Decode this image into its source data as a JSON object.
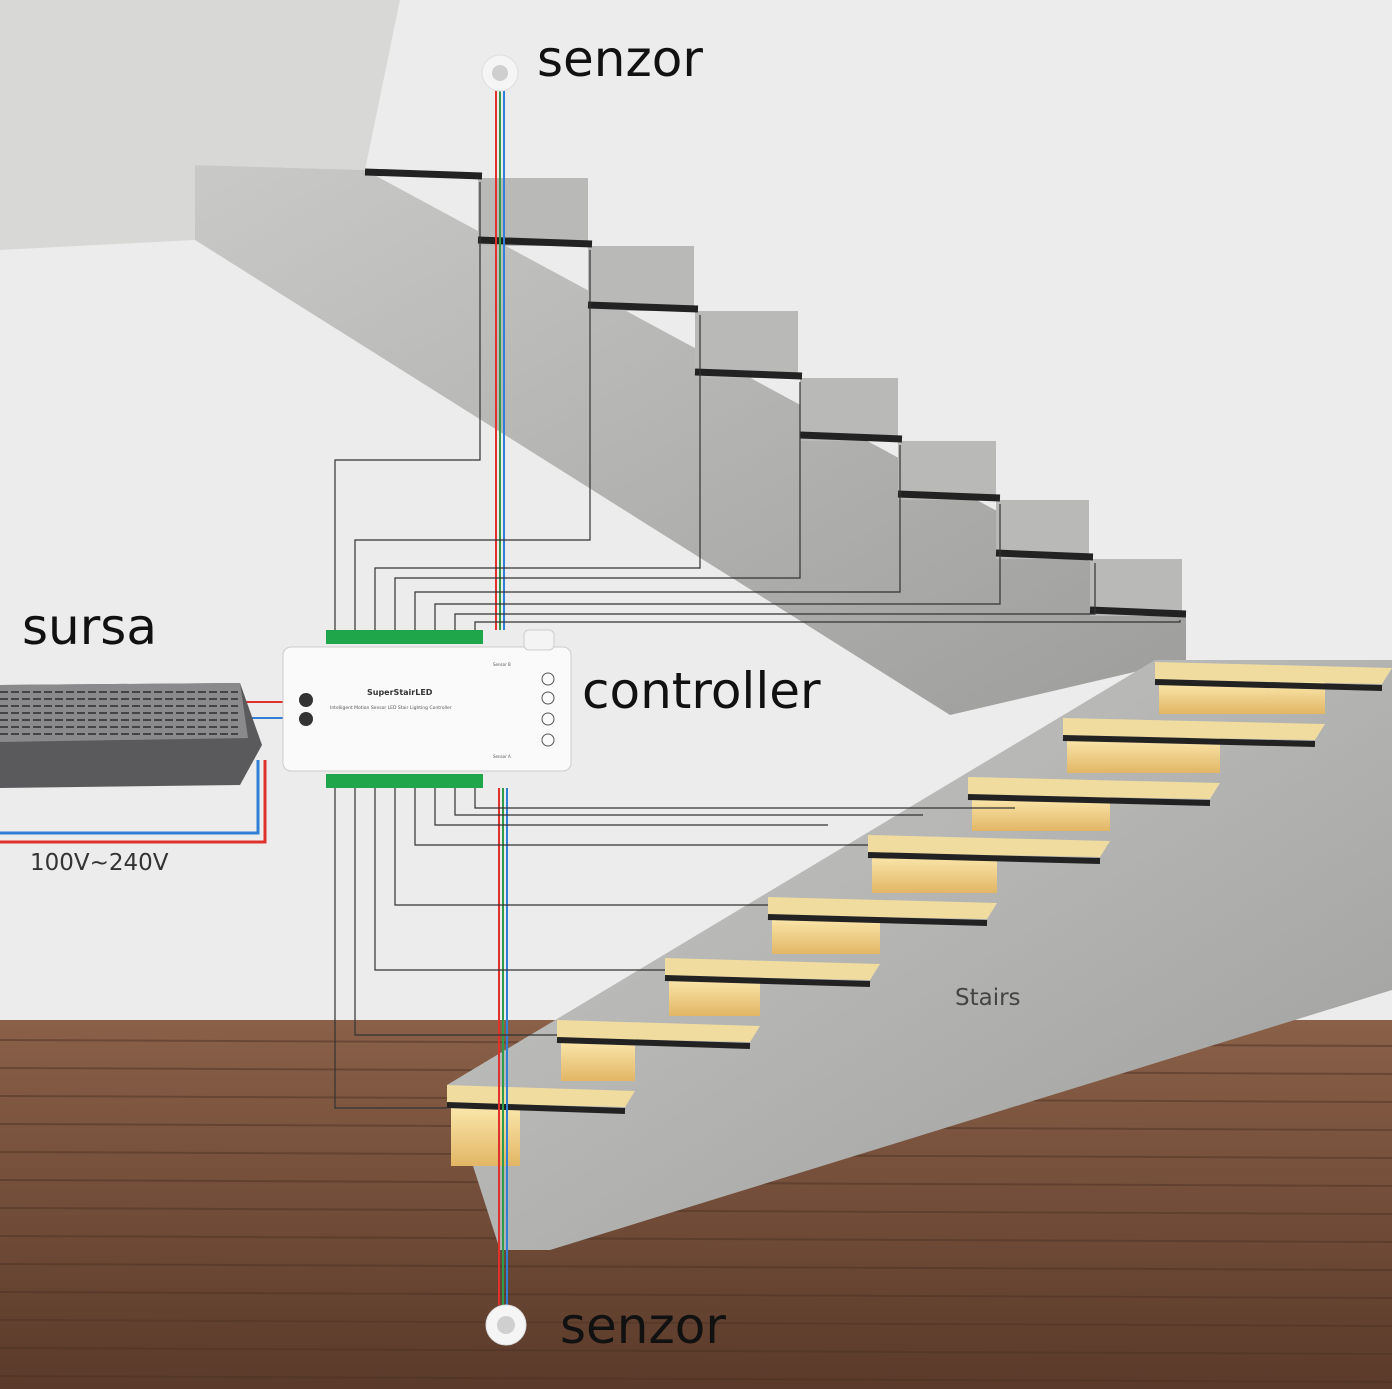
{
  "labels": {
    "sensor_top": "senzor",
    "sensor_bottom": "senzor",
    "power_supply": "sursa",
    "controller": "controller",
    "voltage": "100V~240V",
    "stairs": "Stairs"
  },
  "controller_device": {
    "brand": "SuperStairLED",
    "subtitle": "Intelligent Motion Sensor LED Stair Lighting Controller",
    "sensor_b": "Sensor B",
    "sensor_a": "Sensor A"
  },
  "colors": {
    "wall": "#ececec",
    "floor": "#6e4a35",
    "stone": "#b4b4b2",
    "led_glow": "#f3d98f",
    "wire_positive": "#e0322c",
    "wire_negative": "#2f7fd6",
    "wire_signal": "#2e9a4a"
  }
}
